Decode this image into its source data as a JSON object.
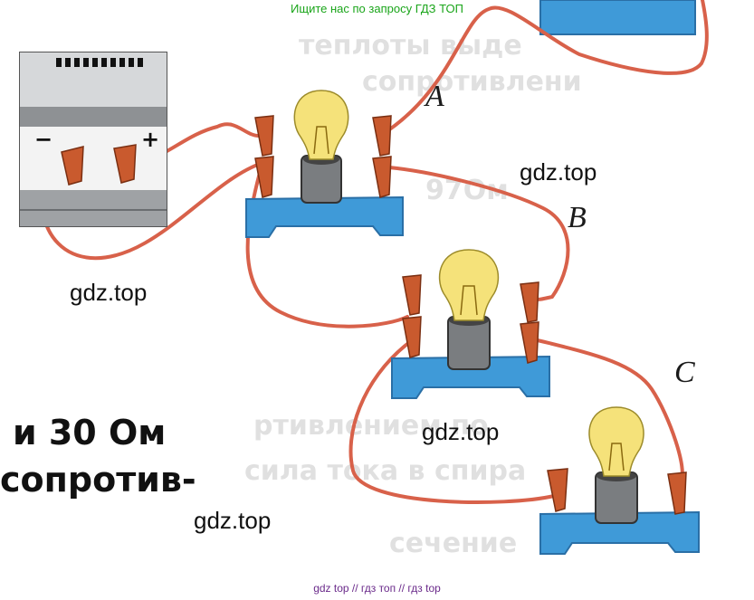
{
  "banner_top": "Ищите нас по запросу ГДЗ ТОП",
  "banner_bottom": "gdz top  //  гдз топ  //  гдз top",
  "watermarks": [
    "gdz.top",
    "gdz.top",
    "gdz.top",
    "gdz.top"
  ],
  "points": {
    "a": "A",
    "b": "B",
    "c": "C"
  },
  "terminals": {
    "minus": "−",
    "plus": "+"
  },
  "book_text": {
    "line1": "и 30 Ом",
    "line2": "сопротив-"
  },
  "colors": {
    "wire": "#d8614a",
    "base": "#3f9ad8",
    "clip": "#c95a2e",
    "bulb": "#f5e27a",
    "supply": "#b9bcbe"
  }
}
